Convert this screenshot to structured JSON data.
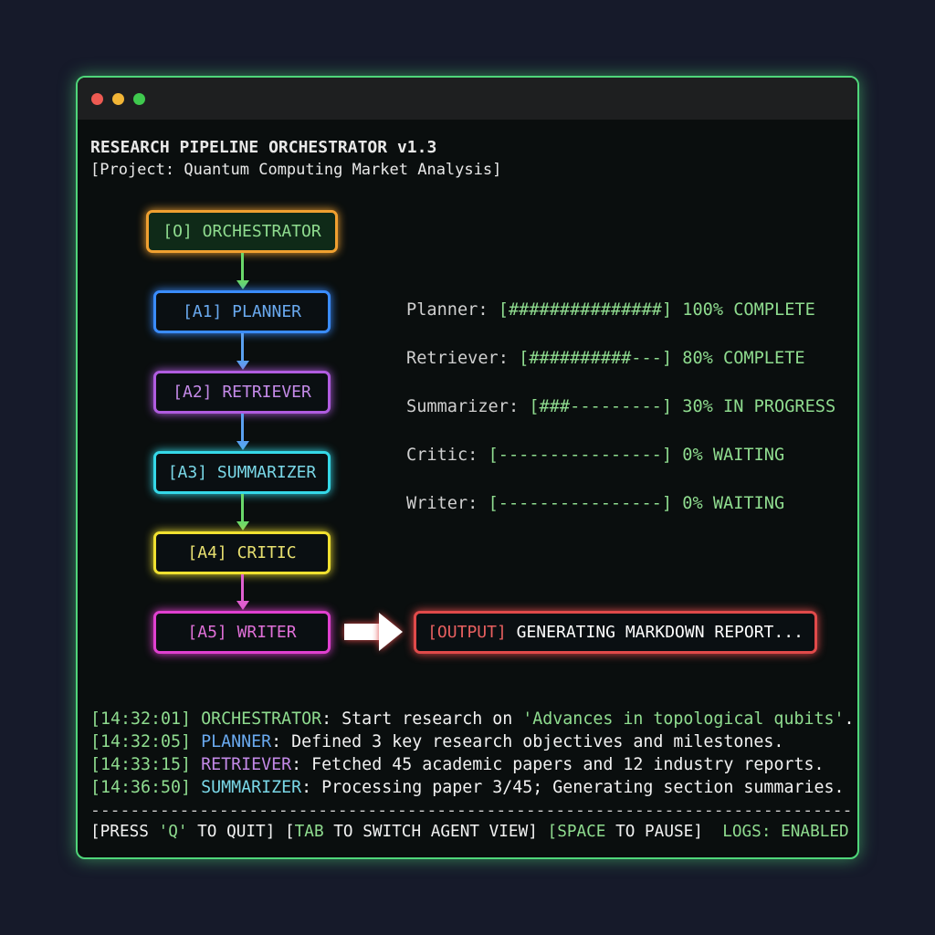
{
  "window": {
    "controls": [
      "close",
      "minimize",
      "maximize"
    ]
  },
  "header": {
    "title": "RESEARCH PIPELINE ORCHESTRATOR v1.3",
    "subtitle": "[Project: Quantum Computing Market Analysis]"
  },
  "pipeline": {
    "nodes": [
      {
        "label": "[O] ORCHESTRATOR",
        "color": "#f0a030",
        "text_color": "#8fdc8f"
      },
      {
        "label": "[A1] PLANNER",
        "color": "#3a8cff",
        "text_color": "#6aaaf0"
      },
      {
        "label": "[A2] RETRIEVER",
        "color": "#b05ce0",
        "text_color": "#c48ae8"
      },
      {
        "label": "[A3] SUMMARIZER",
        "color": "#35d8e8",
        "text_color": "#7ad8e8"
      },
      {
        "label": "[A4] CRITIC",
        "color": "#f0e030",
        "text_color": "#e8e070"
      },
      {
        "label": "[A5] WRITER",
        "color": "#e040d0",
        "text_color": "#e070d8"
      }
    ],
    "output": {
      "tag": "[OUTPUT]",
      "text": " GENERATING MARKDOWN REPORT...",
      "color": "#e04a4a"
    }
  },
  "progress": [
    {
      "name": "Planner: ",
      "bar": "[###############]",
      "status": " 100% COMPLETE",
      "percent": 100
    },
    {
      "name": "Retriever: ",
      "bar": "[##########---]",
      "status": " 80% COMPLETE",
      "percent": 80
    },
    {
      "name": "Summarizer: ",
      "bar": "[###---------]",
      "status": " 30% IN PROGRESS",
      "percent": 30
    },
    {
      "name": "Critic: ",
      "bar": "[----------------]",
      "status": " 0% WAITING",
      "percent": 0
    },
    {
      "name": "Writer: ",
      "bar": "[----------------]",
      "status": " 0% WAITING",
      "percent": 0
    }
  ],
  "logs": [
    {
      "time": "[14:32:01]",
      "agent": "ORCHESTRATOR",
      "color": "#8fdc8f",
      "pre": ": Start research on ",
      "quote": "'Advances in topological qubits'",
      "post": "."
    },
    {
      "time": "[14:32:05]",
      "agent": "PLANNER",
      "color": "#6aaaf0",
      "pre": ": Defined 3 key research objectives and milestones.",
      "quote": "",
      "post": ""
    },
    {
      "time": "[14:33:15]",
      "agent": "RETRIEVER",
      "color": "#c48ae8",
      "pre": ": Fetched 45 academic papers and 12 industry reports.",
      "quote": "",
      "post": ""
    },
    {
      "time": "[14:36:50]",
      "agent": "SUMMARIZER",
      "color": "#7ad8e8",
      "pre": ": Processing paper 3/45; Generating section summaries.",
      "quote": "",
      "post": ""
    }
  ],
  "divider": "-----------------------------------------------------------------------------",
  "footer": {
    "b1": "[PRESS ",
    "q": "'Q'",
    "b1e": " TO QUIT] ",
    "b2o": "[",
    "tab": "TAB",
    "b2e": " TO SWITCH AGENT VIEW] ",
    "b3o": "[",
    "space": "SPACE",
    "b3e": " TO PAUSE]",
    "logs": "  LOGS: ENABLED"
  }
}
